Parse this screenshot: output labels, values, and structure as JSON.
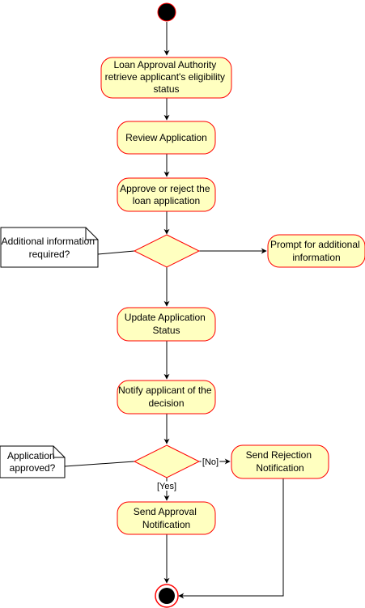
{
  "colors": {
    "node_fill": "#ffffc0",
    "node_stroke": "#ff0000",
    "line": "#000000",
    "note_fill": "#ffffff",
    "note_stroke": "#000000",
    "start_fill": "#000000"
  },
  "nodes": {
    "retrieve_eligibility": {
      "lines": [
        "Loan Approval Authority",
        "retrieve applicant's eligibility",
        "status"
      ]
    },
    "review_application": {
      "lines": [
        "Review Application"
      ]
    },
    "approve_or_reject": {
      "lines": [
        "Approve or reject the",
        "loan application"
      ]
    },
    "prompt_additional_info": {
      "lines": [
        "Prompt for additional",
        "information"
      ]
    },
    "update_status": {
      "lines": [
        "Update Application",
        "Status"
      ]
    },
    "notify_applicant": {
      "lines": [
        "Notify applicant of the",
        "decision"
      ]
    },
    "send_rejection": {
      "lines": [
        "Send Rejection",
        "Notification"
      ]
    },
    "send_approval": {
      "lines": [
        "Send Approval",
        "Notification"
      ]
    }
  },
  "notes": {
    "additional_info_required": {
      "lines": [
        "Additional information",
        "required?"
      ]
    },
    "application_approved": {
      "lines": [
        "Application",
        "approved?"
      ]
    }
  },
  "edge_labels": {
    "no": "[No]",
    "yes": "[Yes]"
  }
}
